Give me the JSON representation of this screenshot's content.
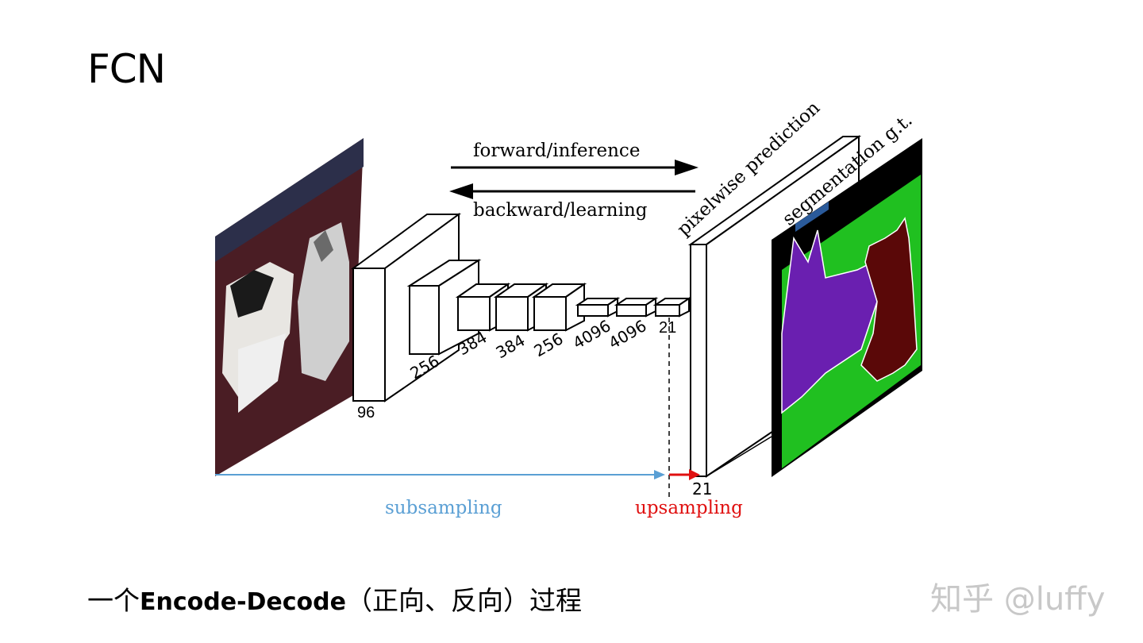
{
  "slide": {
    "title": "FCN",
    "caption_pre": "一个",
    "caption_bold": "Encode-Decode",
    "caption_post": "（正向、反向）过程",
    "watermark": "知乎 @luffy"
  },
  "diagram": {
    "forward_label": "forward/inference",
    "backward_label": "backward/learning",
    "pixelwise_label": "pixelwise prediction",
    "gt_label": "segmentation g.t.",
    "subsampling_label": "subsampling",
    "upsampling_label": "upsampling",
    "output_channels": "21",
    "layers": [
      {
        "label": "96"
      },
      {
        "label": "256"
      },
      {
        "label": "384"
      },
      {
        "label": "384"
      },
      {
        "label": "256"
      },
      {
        "label": "4096"
      },
      {
        "label": "4096"
      },
      {
        "label": "21"
      }
    ],
    "colors": {
      "subsampling": "#5a9fd4",
      "upsampling": "#e01010",
      "seg_background": "#000000",
      "seg_green": "#20c020",
      "seg_dog": "#6a1fb0",
      "seg_cat": "#5a0808",
      "seg_box": "#2a5a9a"
    }
  }
}
